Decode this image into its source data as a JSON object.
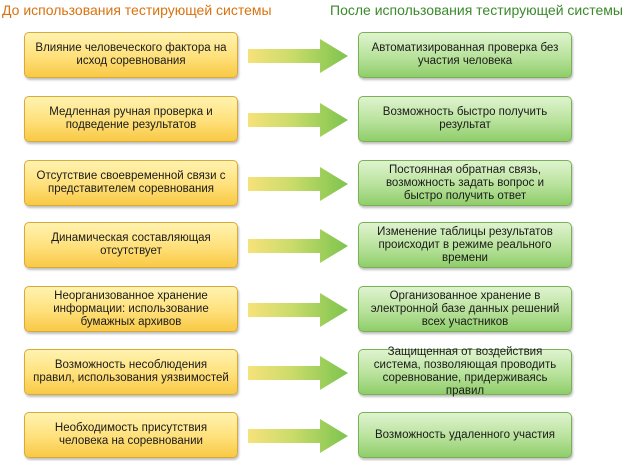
{
  "headers": {
    "before": "До использования тестирующей системы",
    "after": "После использования тестирующей системы"
  },
  "colors": {
    "header_before": "#d9720f",
    "header_after": "#3a8a2a",
    "box_before": "#ffe07a",
    "box_after": "#b8e29b",
    "arrow_start": "#f7e27a",
    "arrow_end": "#7cc44e"
  },
  "rows": [
    {
      "before": "Влияние человеческого фактора на исход соревнования",
      "after": "Автоматизированная проверка без участия человека"
    },
    {
      "before": "Медленная ручная проверка и подведение результатов",
      "after": "Возможность быстро получить результат"
    },
    {
      "before": "Отсутствие своевременной связи с представителем соревнования",
      "after": "Постоянная обратная связь, возможность задать вопрос и быстро получить ответ"
    },
    {
      "before": "Динамическая составляющая отсутствует",
      "after": "Изменение таблицы результатов происходит в режиме реального времени"
    },
    {
      "before": "Неорганизованное хранение информации: использование бумажных архивов",
      "after": "Организованное хранение в электронной базе данных решений всех участников"
    },
    {
      "before": "Возможность несоблюдения правил, использования уязвимостей",
      "after": "Защищенная от  воздействия система, позволяющая проводить соревнование, придерживаясь правил"
    },
    {
      "before": "Необходимость присутствия человека на соревновании",
      "after": "Возможность удаленного участия"
    }
  ]
}
